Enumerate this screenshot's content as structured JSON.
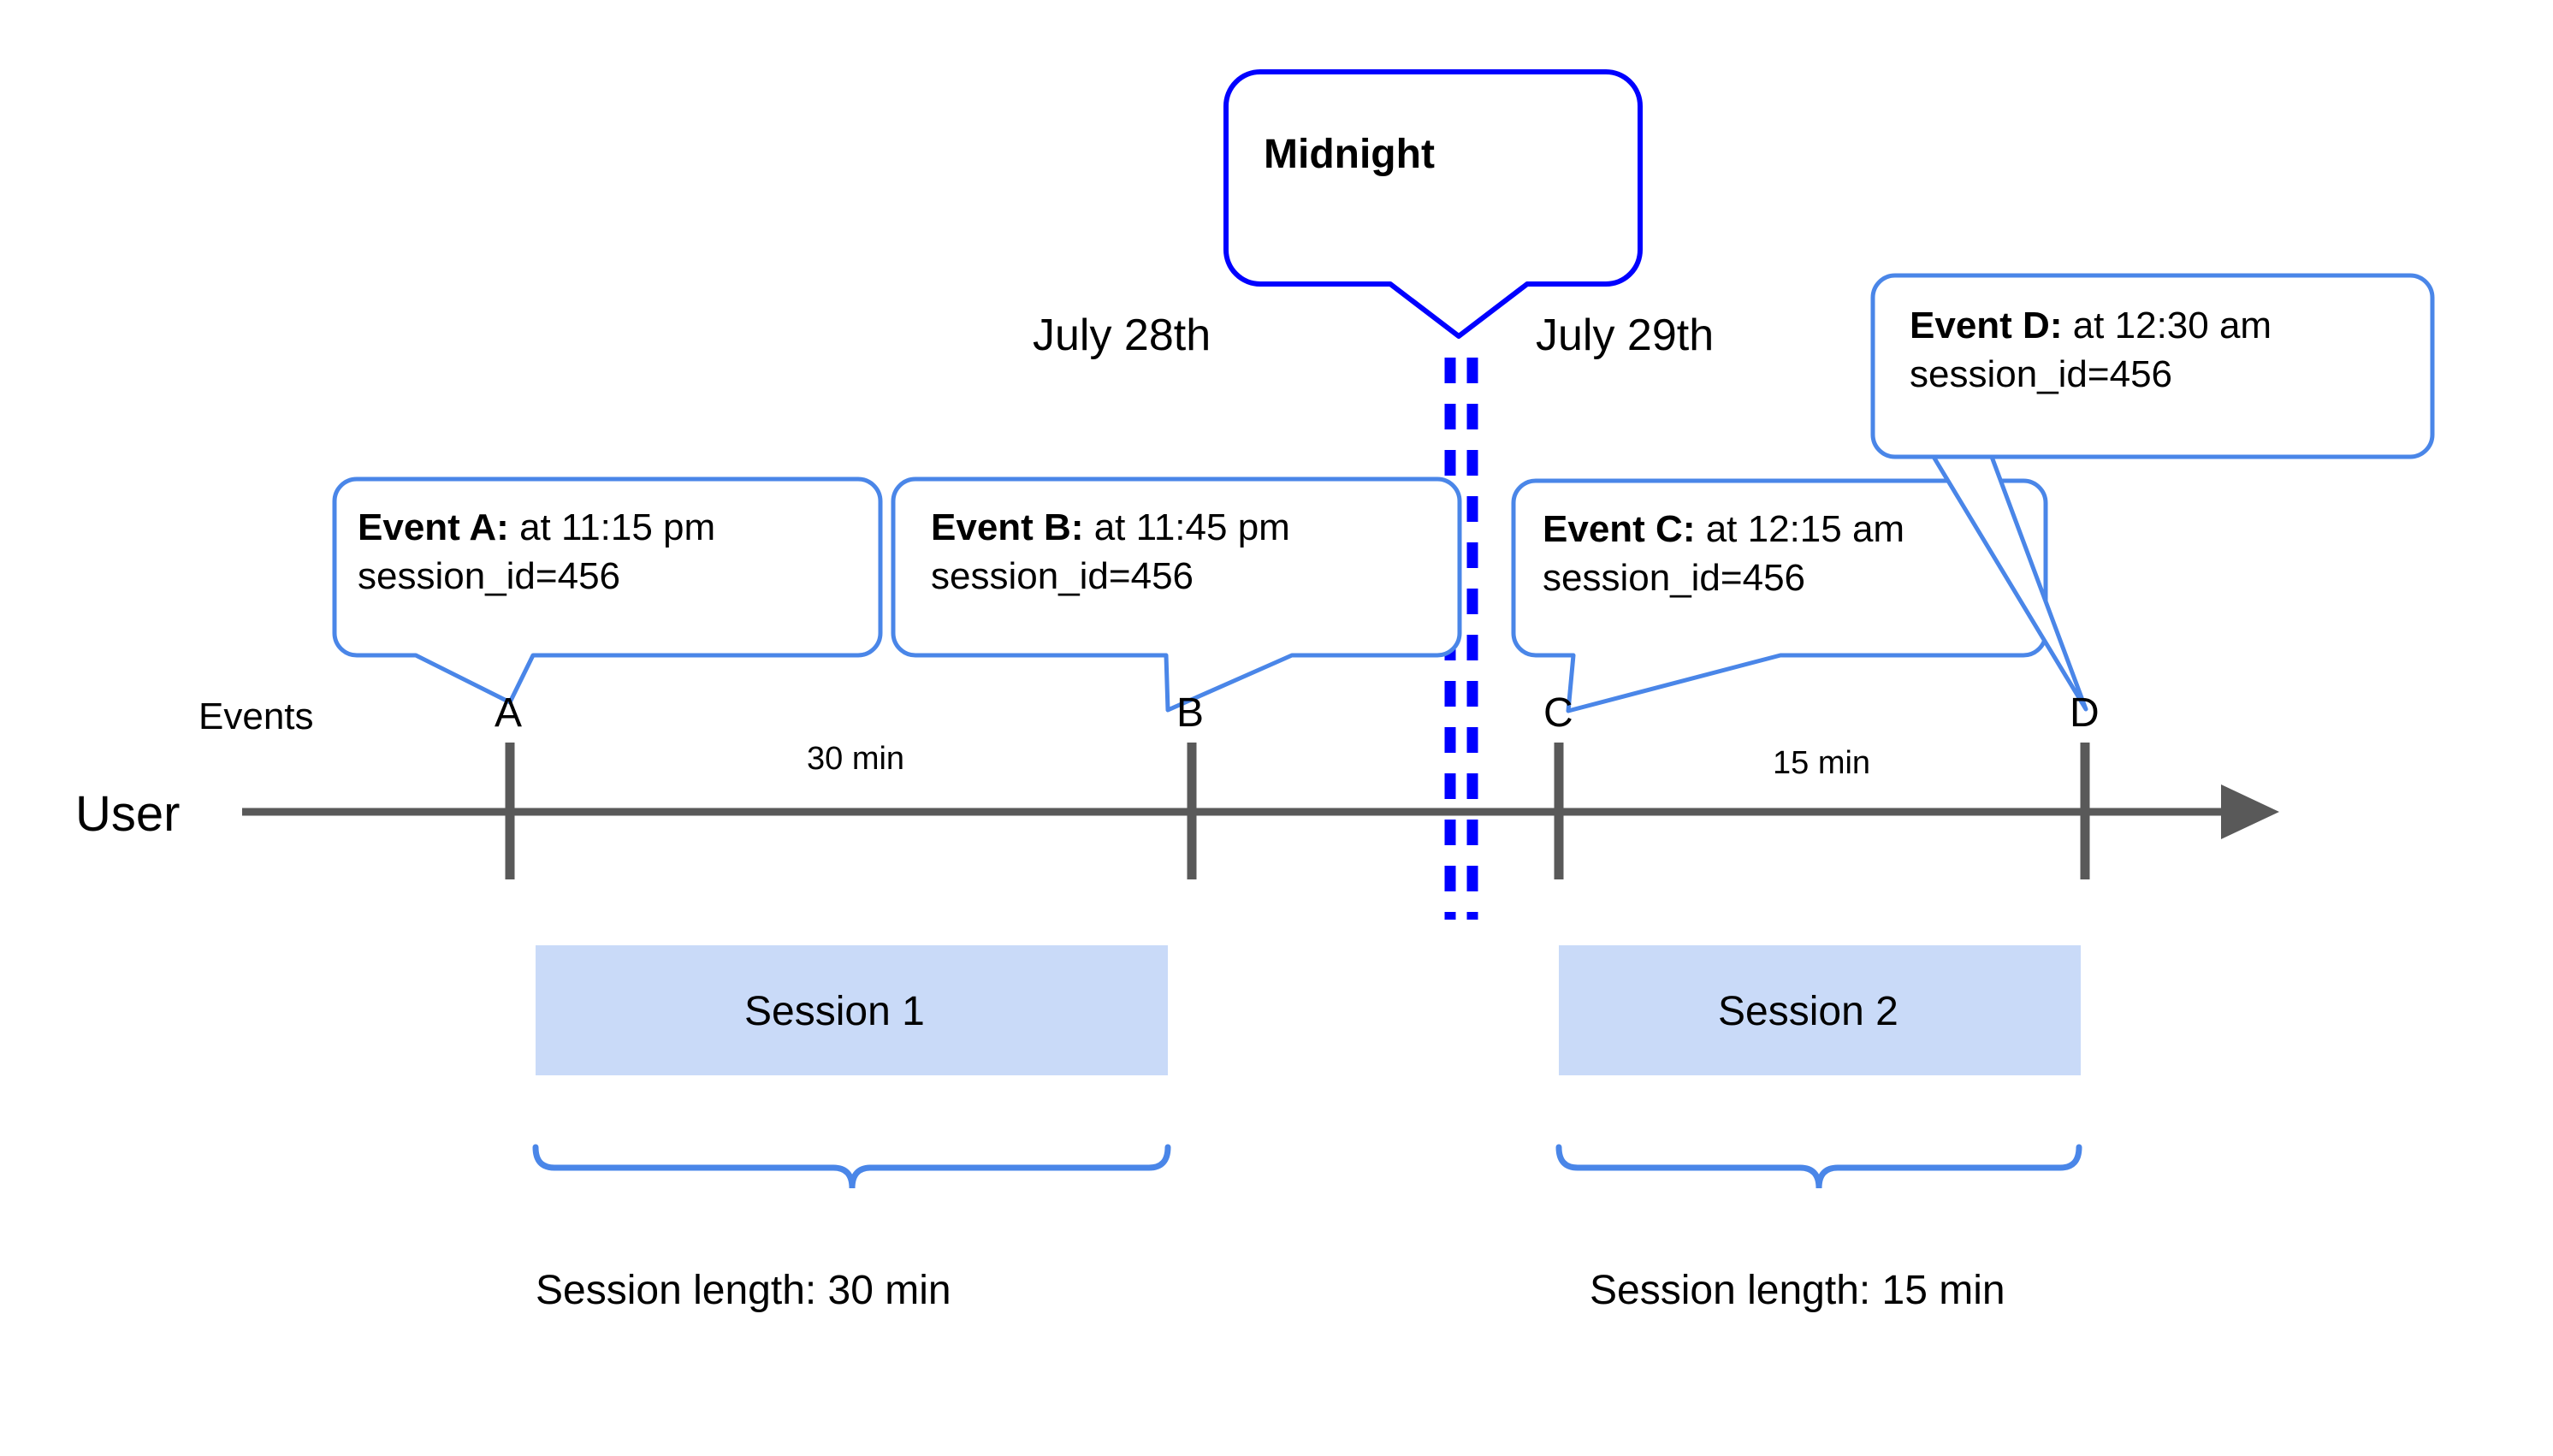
{
  "diagram": {
    "title_callout": {
      "label": "Midnight"
    },
    "colors": {
      "callout_border": "#4a86e8",
      "midnight_border": "#0000ff",
      "midnight_dash": "#0000ff",
      "axis": "#595959",
      "session_fill": "#c9daf8",
      "brace": "#4a86e8",
      "text": "#000000",
      "background": "#ffffff"
    },
    "axis": {
      "row_label": "User",
      "events_label": "Events"
    },
    "dates": [
      {
        "label": "July 28th"
      },
      {
        "label": "July 29th"
      }
    ],
    "events": [
      {
        "tick_label": "A",
        "bold": "Event A:",
        "rest": " at 11:15 pm",
        "line2": "session_id=456"
      },
      {
        "tick_label": "B",
        "bold": "Event B:",
        "rest": " at 11:45 pm",
        "line2": "session_id=456"
      },
      {
        "tick_label": "C",
        "bold": "Event C:",
        "rest": " at 12:15 am",
        "line2": "session_id=456"
      },
      {
        "tick_label": "D",
        "bold": "Event D:",
        "rest": " at 12:30 am",
        "line2": "session_id=456"
      }
    ],
    "gaps": [
      {
        "label": "30 min"
      },
      {
        "label": "15 min"
      }
    ],
    "sessions": [
      {
        "bar_label": "Session 1",
        "length_label": "Session length: 30 min"
      },
      {
        "bar_label": "Session 2",
        "length_label": "Session length: 15 min"
      }
    ]
  }
}
